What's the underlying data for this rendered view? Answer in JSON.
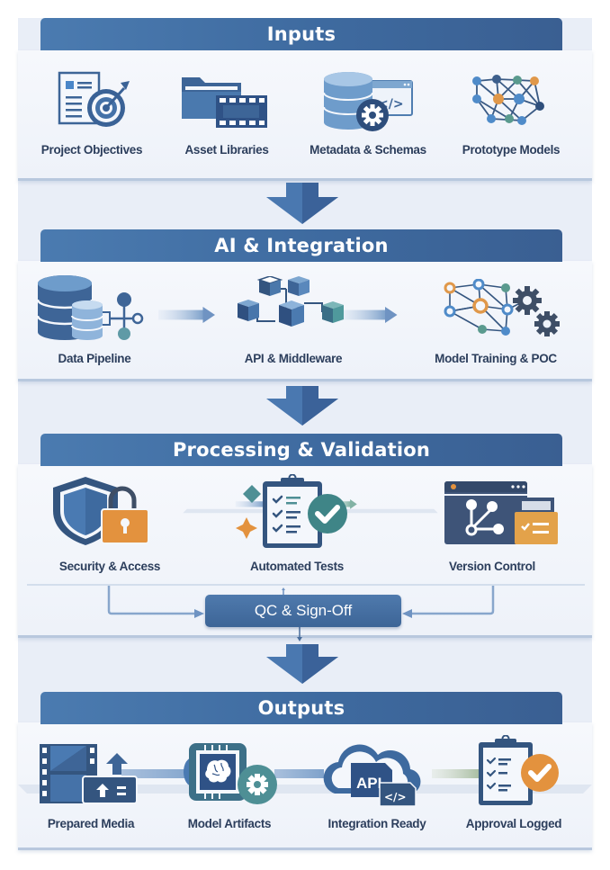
{
  "diagram": {
    "colors": {
      "header": "#3e6a9f",
      "panel": "#f3f6fb",
      "dark_blue": "#34557f",
      "mid_blue": "#4f7db0",
      "light_blue": "#7ea7d0",
      "teal": "#4e8f95",
      "orange": "#e3923e",
      "label_text": "#2c3e5c"
    },
    "sections": [
      {
        "title": "Inputs",
        "items": [
          {
            "label": "Project Objectives",
            "icon": "document-target-icon"
          },
          {
            "label": "Asset Libraries",
            "icon": "folder-film-icon"
          },
          {
            "label": "Metadata & Schemas",
            "icon": "database-code-gear-icon"
          },
          {
            "label": "Prototype Models",
            "icon": "network-graph-icon"
          }
        ]
      },
      {
        "title": "AI & Integration",
        "items": [
          {
            "label": "Data Pipeline",
            "icon": "database-pipeline-icon"
          },
          {
            "label": "API & Middleware",
            "icon": "connected-cubes-icon"
          },
          {
            "label": "Model Training & POC",
            "icon": "neural-network-gears-icon"
          }
        ]
      },
      {
        "title": "Processing & Validation",
        "items": [
          {
            "label": "Security & Access",
            "icon": "shield-lock-icon"
          },
          {
            "label": "Automated Tests",
            "icon": "clipboard-check-icon"
          },
          {
            "label": "Version Control",
            "icon": "branch-window-icon"
          }
        ],
        "qc_box": "QC & Sign-Off"
      },
      {
        "title": "Outputs",
        "items": [
          {
            "label": "Prepared Media",
            "icon": "film-upload-icon"
          },
          {
            "label": "Model Artifacts",
            "icon": "chip-brain-gear-icon"
          },
          {
            "label": "Integration Ready",
            "icon": "cloud-api-icon"
          },
          {
            "label": "Approval Logged",
            "icon": "clipboard-approved-icon"
          }
        ]
      }
    ]
  }
}
